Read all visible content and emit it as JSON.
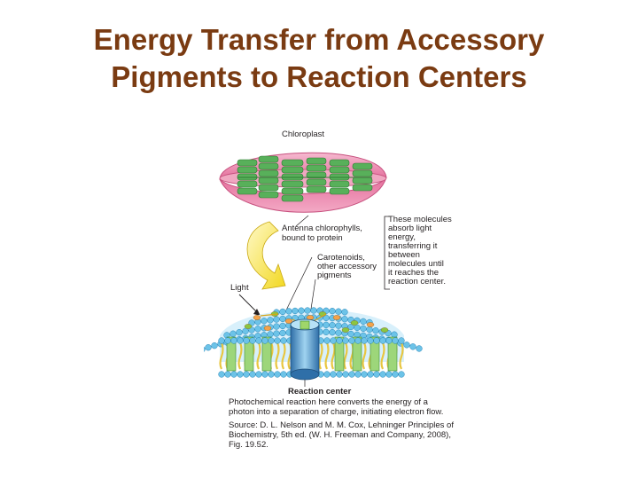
{
  "slide": {
    "title_line1": "Energy Transfer from Accessory",
    "title_line2": "Pigments to Reaction Centers"
  },
  "figure": {
    "chloroplast_label": "Chloroplast",
    "antenna_label": [
      "Antenna chlorophylls,",
      "bound to protein"
    ],
    "carotenoid_label": [
      "Carotenoids,",
      "other accessory",
      "pigments"
    ],
    "bracket_note": [
      "These molecules",
      "absorb light",
      "energy,",
      "transferring it",
      "between",
      "molecules until",
      "it reaches the",
      "reaction center."
    ],
    "light_label": "Light",
    "reaction_center_label": "Reaction center",
    "caption": [
      "Photochemical reaction here converts the energy of a",
      "photon into a separation of charge, initiating electron flow."
    ],
    "source": [
      "Source: D. L. Nelson and M. M. Cox, Lehninger Principles of",
      "Biochemistry, 5th ed. (W. H. Freeman and Company, 2008),",
      "Fig. 19.52."
    ]
  },
  "colors": {
    "title": "#7a3b12",
    "chloroplast_pink": "#e7739f",
    "thylakoid_green": "#4ea84e",
    "light_arrow_yellow": "#f6e64a",
    "membrane_head_blue": "#6cc3e8",
    "membrane_tail_yellow": "#e8c640"
  }
}
